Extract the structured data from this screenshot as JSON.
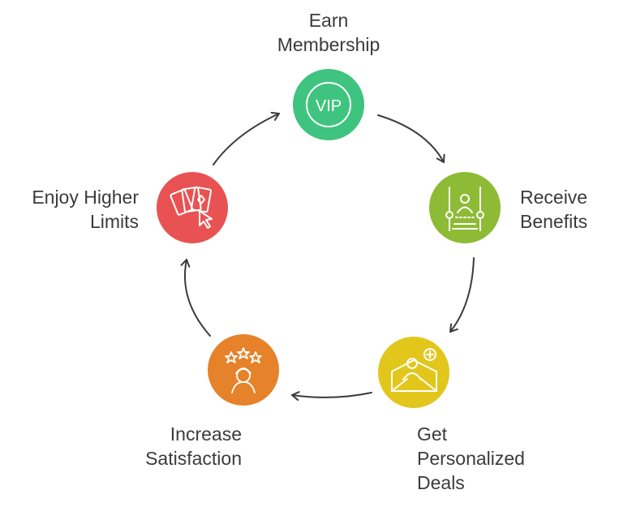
{
  "steps": [
    {
      "id": "earn",
      "lines": [
        "Earn",
        "Membership"
      ],
      "color": "#3fc47f",
      "icon": "vip-badge-icon",
      "icon_text": "VIP"
    },
    {
      "id": "benefits",
      "lines": [
        "Receive",
        "Benefits"
      ],
      "color": "#8dbb35",
      "icon": "podium-icon"
    },
    {
      "id": "deals",
      "lines": [
        "Get",
        "Personalized",
        "Deals"
      ],
      "color": "#e2c61c",
      "icon": "envelope-user-plus-icon"
    },
    {
      "id": "satisfaction",
      "lines": [
        "Increase",
        "Satisfaction"
      ],
      "color": "#e5822a",
      "icon": "stars-person-icon"
    },
    {
      "id": "limits",
      "lines": [
        "Enjoy Higher",
        "Limits"
      ],
      "color": "#e95252",
      "icon": "playing-cards-cursor-icon"
    }
  ],
  "arrow_color": "#3b3b3b"
}
